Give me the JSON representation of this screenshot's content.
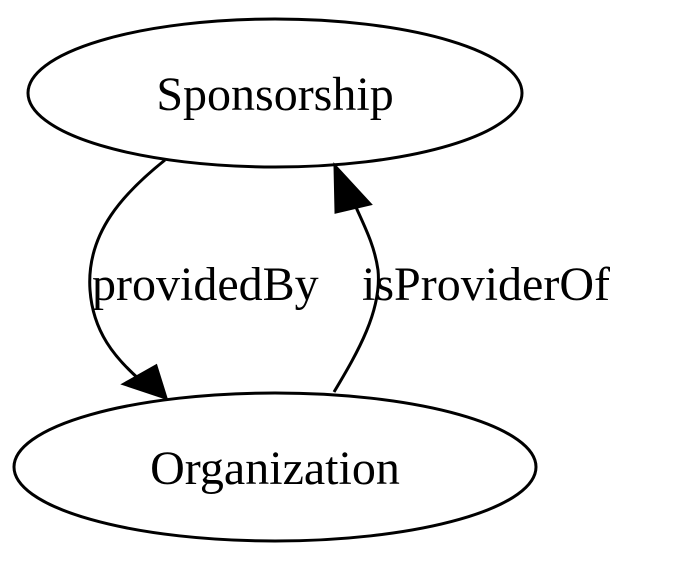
{
  "diagram": {
    "nodes": {
      "sponsorship": {
        "label": "Sponsorship"
      },
      "organization": {
        "label": "Organization"
      }
    },
    "edges": {
      "provided_by": {
        "label": "providedBy",
        "from": "Sponsorship",
        "to": "Organization"
      },
      "is_provider_of": {
        "label": "isProviderOf",
        "from": "Organization",
        "to": "Sponsorship"
      }
    },
    "colors": {
      "stroke": "#000000",
      "fill": "#ffffff",
      "text": "#000000"
    }
  }
}
